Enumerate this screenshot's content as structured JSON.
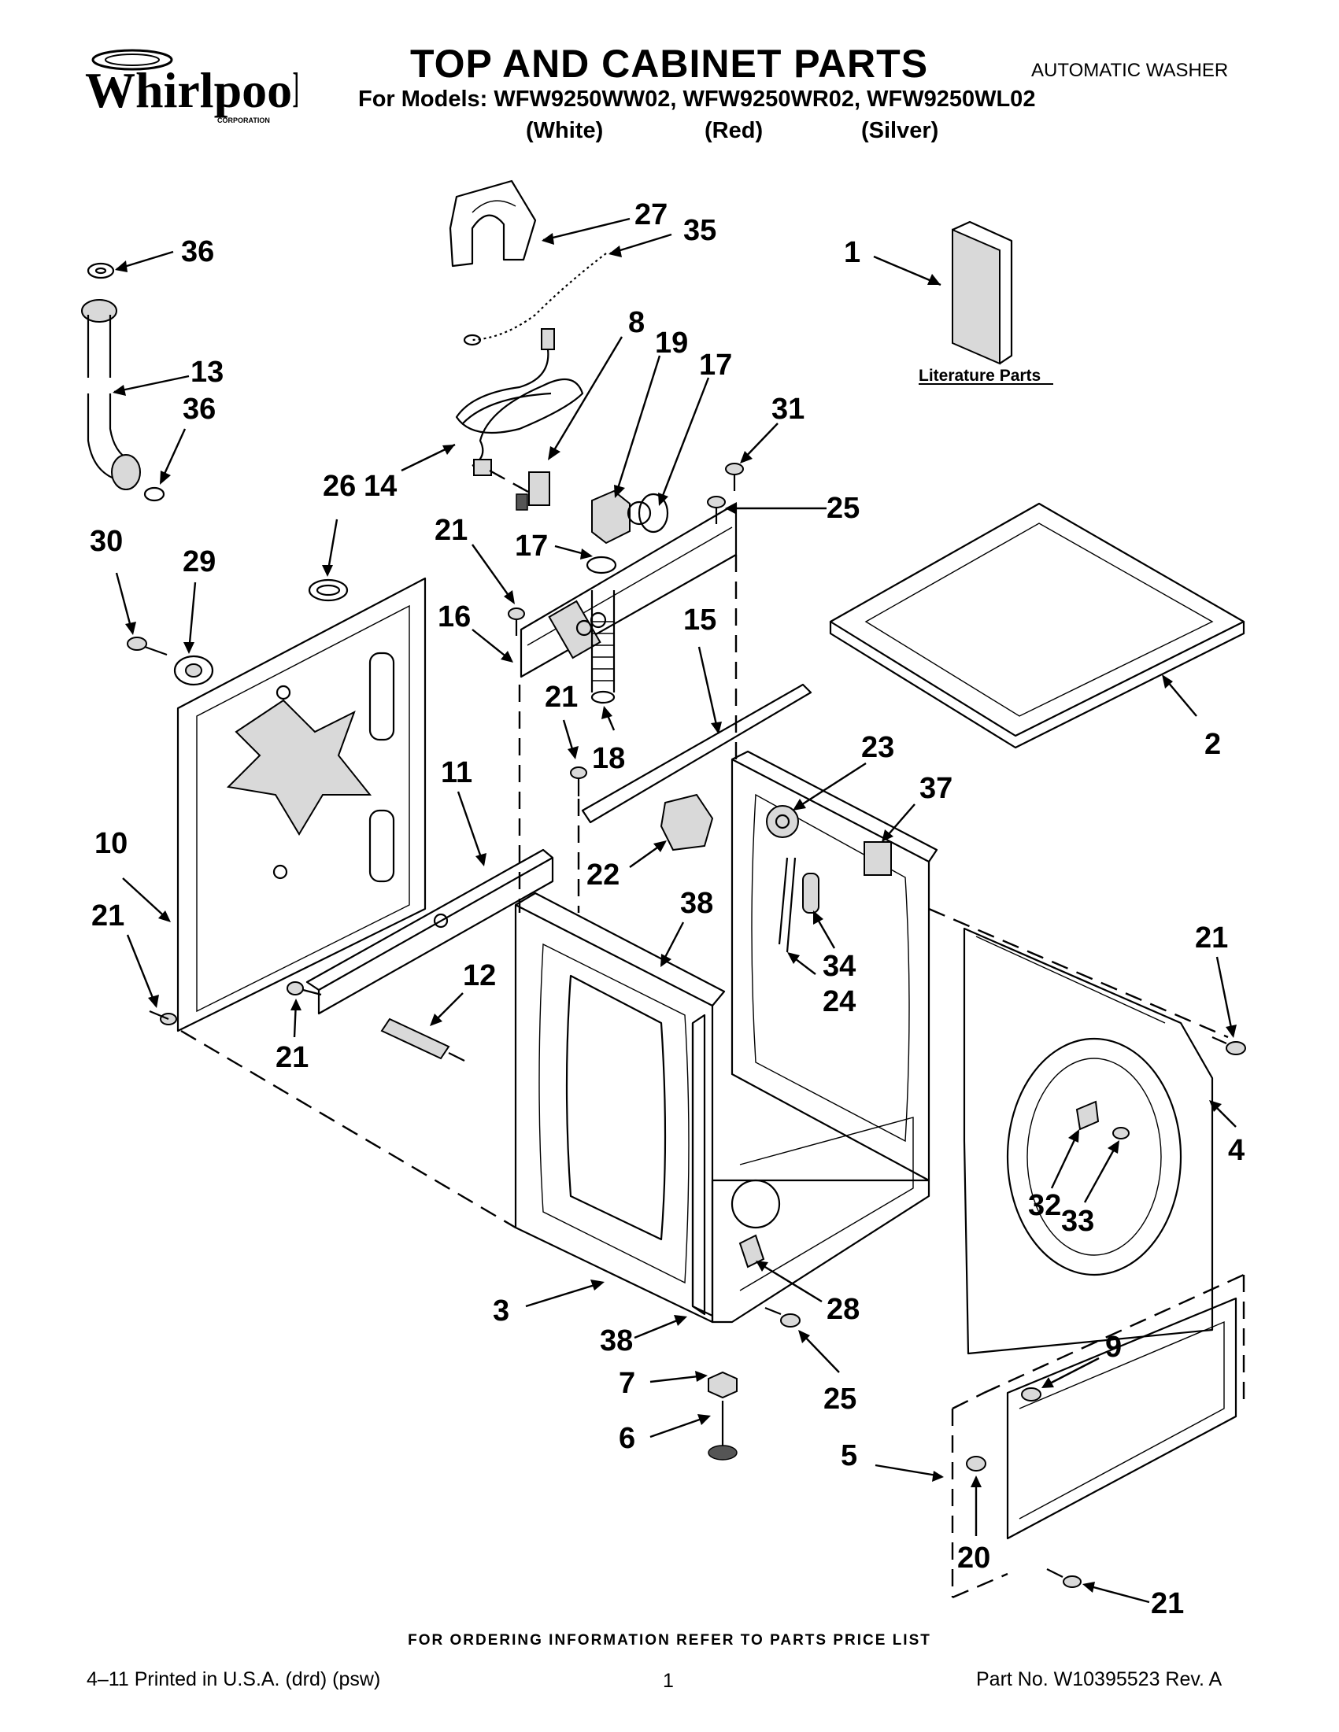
{
  "header": {
    "brand": "Whirlpool",
    "brand_sub": "CORPORATION",
    "title": "TOP AND CABINET PARTS",
    "models_line": "For Models: WFW9250WW02, WFW9250WR02, WFW9250WL02",
    "color_white": "(White)",
    "color_red": "(Red)",
    "color_silver": "(Silver)",
    "doc_type": "AUTOMATIC WASHER"
  },
  "diagram": {
    "literature_label": "Literature Parts",
    "callouts": [
      {
        "id": "c36a",
        "text": "36"
      },
      {
        "id": "c27",
        "text": "27"
      },
      {
        "id": "c35",
        "text": "35"
      },
      {
        "id": "c1",
        "text": "1"
      },
      {
        "id": "c8",
        "text": "8"
      },
      {
        "id": "c19",
        "text": "19"
      },
      {
        "id": "c17a",
        "text": "17"
      },
      {
        "id": "c13",
        "text": "13"
      },
      {
        "id": "c36b",
        "text": "36"
      },
      {
        "id": "c31",
        "text": "31"
      },
      {
        "id": "c26",
        "text": "26"
      },
      {
        "id": "c14",
        "text": "14"
      },
      {
        "id": "c25a",
        "text": "25"
      },
      {
        "id": "c30",
        "text": "30"
      },
      {
        "id": "c29",
        "text": "29"
      },
      {
        "id": "c21a",
        "text": "21"
      },
      {
        "id": "c17b",
        "text": "17"
      },
      {
        "id": "c16",
        "text": "16"
      },
      {
        "id": "c15",
        "text": "15"
      },
      {
        "id": "c21b",
        "text": "21"
      },
      {
        "id": "c2",
        "text": "2"
      },
      {
        "id": "c18",
        "text": "18"
      },
      {
        "id": "c11",
        "text": "11"
      },
      {
        "id": "c23",
        "text": "23"
      },
      {
        "id": "c37",
        "text": "37"
      },
      {
        "id": "c10",
        "text": "10"
      },
      {
        "id": "c22",
        "text": "22"
      },
      {
        "id": "c38a",
        "text": "38"
      },
      {
        "id": "c21c",
        "text": "21"
      },
      {
        "id": "c12",
        "text": "12"
      },
      {
        "id": "c34",
        "text": "34"
      },
      {
        "id": "c24",
        "text": "24"
      },
      {
        "id": "c21d",
        "text": "21"
      },
      {
        "id": "c21e",
        "text": "21"
      },
      {
        "id": "c4",
        "text": "4"
      },
      {
        "id": "c32",
        "text": "32"
      },
      {
        "id": "c33",
        "text": "33"
      },
      {
        "id": "c3",
        "text": "3"
      },
      {
        "id": "c28",
        "text": "28"
      },
      {
        "id": "c38b",
        "text": "38"
      },
      {
        "id": "c9",
        "text": "9"
      },
      {
        "id": "c7",
        "text": "7"
      },
      {
        "id": "c25b",
        "text": "25"
      },
      {
        "id": "c6",
        "text": "6"
      },
      {
        "id": "c5",
        "text": "5"
      },
      {
        "id": "c20",
        "text": "20"
      },
      {
        "id": "c21f",
        "text": "21"
      }
    ]
  },
  "footer": {
    "ordering_note": "FOR ORDERING INFORMATION REFER TO PARTS PRICE LIST",
    "printed": "4–11 Printed in U.S.A. (drd) (psw)",
    "page": "1",
    "part_no": "Part No. W10395523 Rev. A"
  }
}
